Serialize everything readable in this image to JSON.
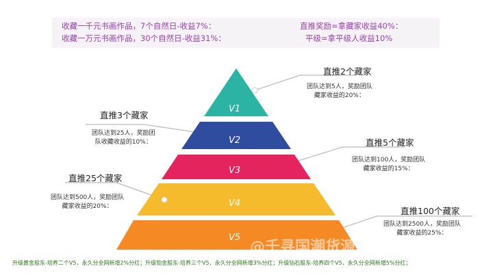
{
  "header": {
    "left": [
      "收藏一千元书画作品，7个自然日-收益7%：",
      "收藏一万元书画作品，30个自然日-收益31%："
    ],
    "right": [
      "直推奖励=拿藏家收益40%：",
      "平级=拿平级人收益10%"
    ]
  },
  "levels": [
    {
      "label": "V1",
      "color": "#2bb3a3",
      "title": "直推2个藏家",
      "desc": [
        "团队达到5人，奖励团队",
        "藏家收益的20%："
      ]
    },
    {
      "label": "V2",
      "color": "#2f4c9e",
      "title": "直推3个藏家",
      "desc": [
        "团队达到25人，奖励团",
        "队收藏收益的10%："
      ]
    },
    {
      "label": "V3",
      "color": "#e3245f",
      "title": "直推5个藏家",
      "desc": [
        "团队达到100人，奖励团队",
        "藏家收益的15%："
      ]
    },
    {
      "label": "V4",
      "color": "#f6bb2c",
      "title": "直推25个藏家",
      "desc": [
        "团队达到500人，奖励团队",
        "藏家收益的20%："
      ]
    },
    {
      "label": "V5",
      "color": "#f58a24",
      "title": "直推100个藏家",
      "desc": [
        "团队达到2500人，奖励团队",
        "藏家收益的25%："
      ]
    }
  ],
  "footer": "升级黄金股东-培养二个V5，永久分全网新增2%分红；升级铂金股东-培养三个V5，永久分全网新增3%分红；升级钻石股东-培养四个V5，永久分全网新增5%分红；",
  "watermark": "@千寻国潮货源网"
}
